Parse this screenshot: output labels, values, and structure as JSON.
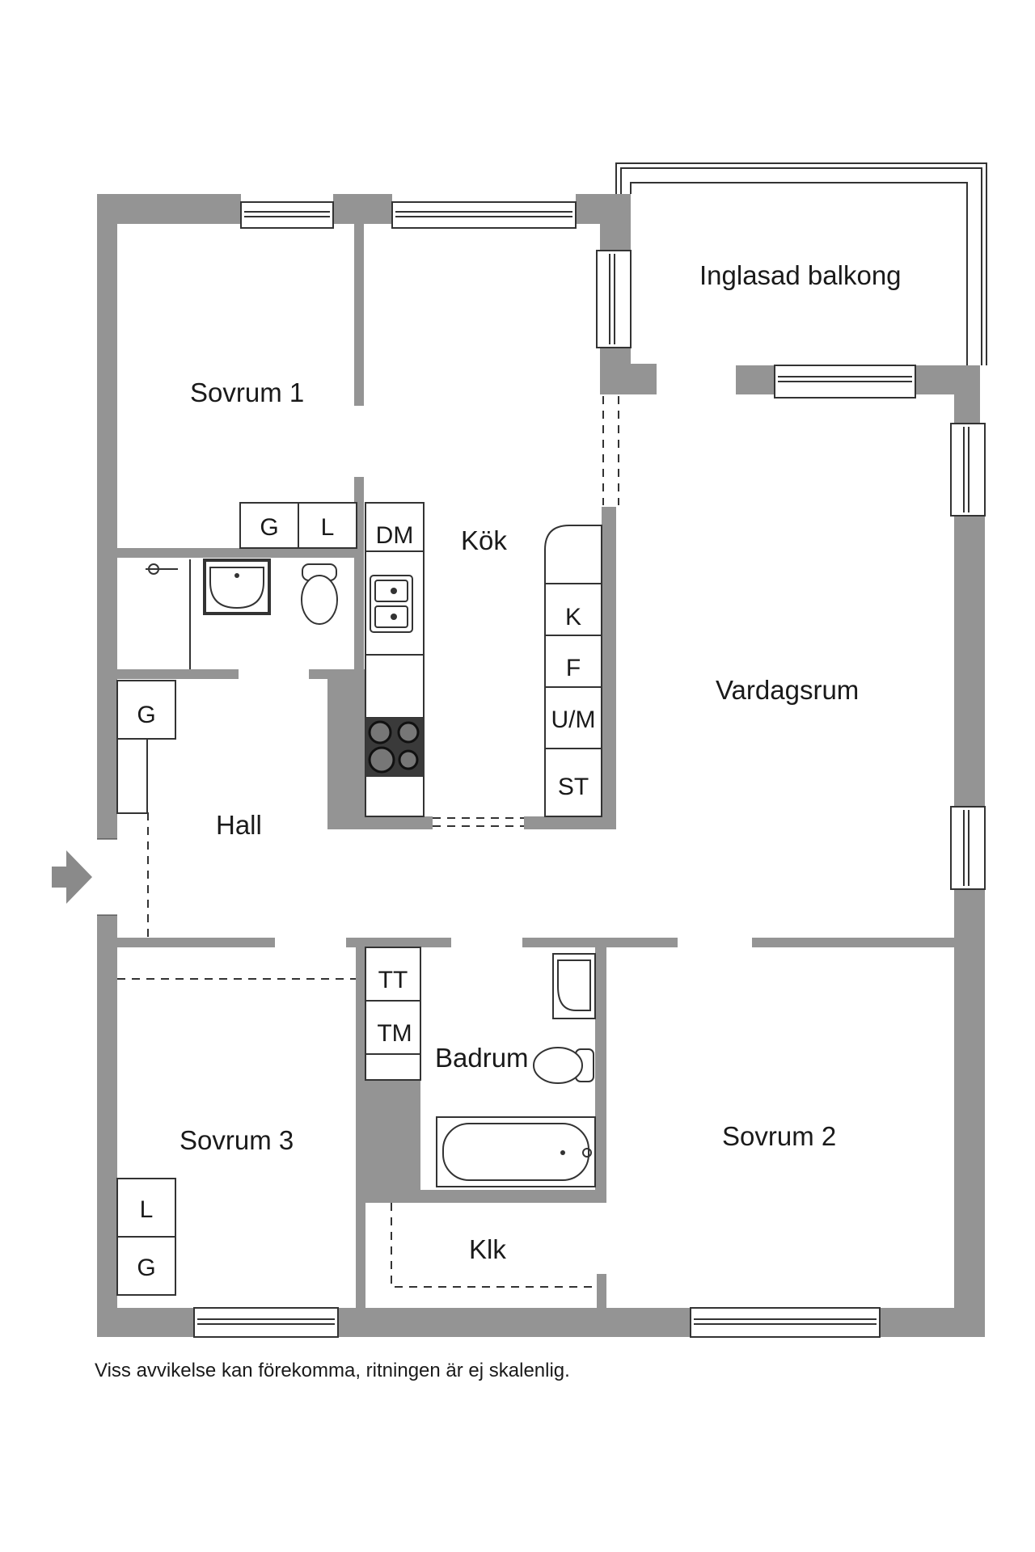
{
  "rooms": {
    "sovrum1": "Sovrum 1",
    "kok": "Kök",
    "balkong": "Inglasad balkong",
    "vardagsrum": "Vardagsrum",
    "hall": "Hall",
    "sovrum3": "Sovrum 3",
    "badrum": "Badrum",
    "sovrum2": "Sovrum 2",
    "klk": "Klk"
  },
  "fixtures": {
    "sov1_closet_g": "G",
    "sov1_closet_l": "L",
    "dm": "DM",
    "k": "K",
    "f": "F",
    "um": "U/M",
    "st": "ST",
    "hall_g": "G",
    "tt": "TT",
    "tm": "TM",
    "sov3_l": "L",
    "sov3_g": "G"
  },
  "footnote": "Viss avvikelse kan förekomma, ritningen är ej skalenlig.",
  "colors": {
    "wall": "#949494",
    "line": "#333333",
    "fixture_dark": "#3a3a3a"
  }
}
